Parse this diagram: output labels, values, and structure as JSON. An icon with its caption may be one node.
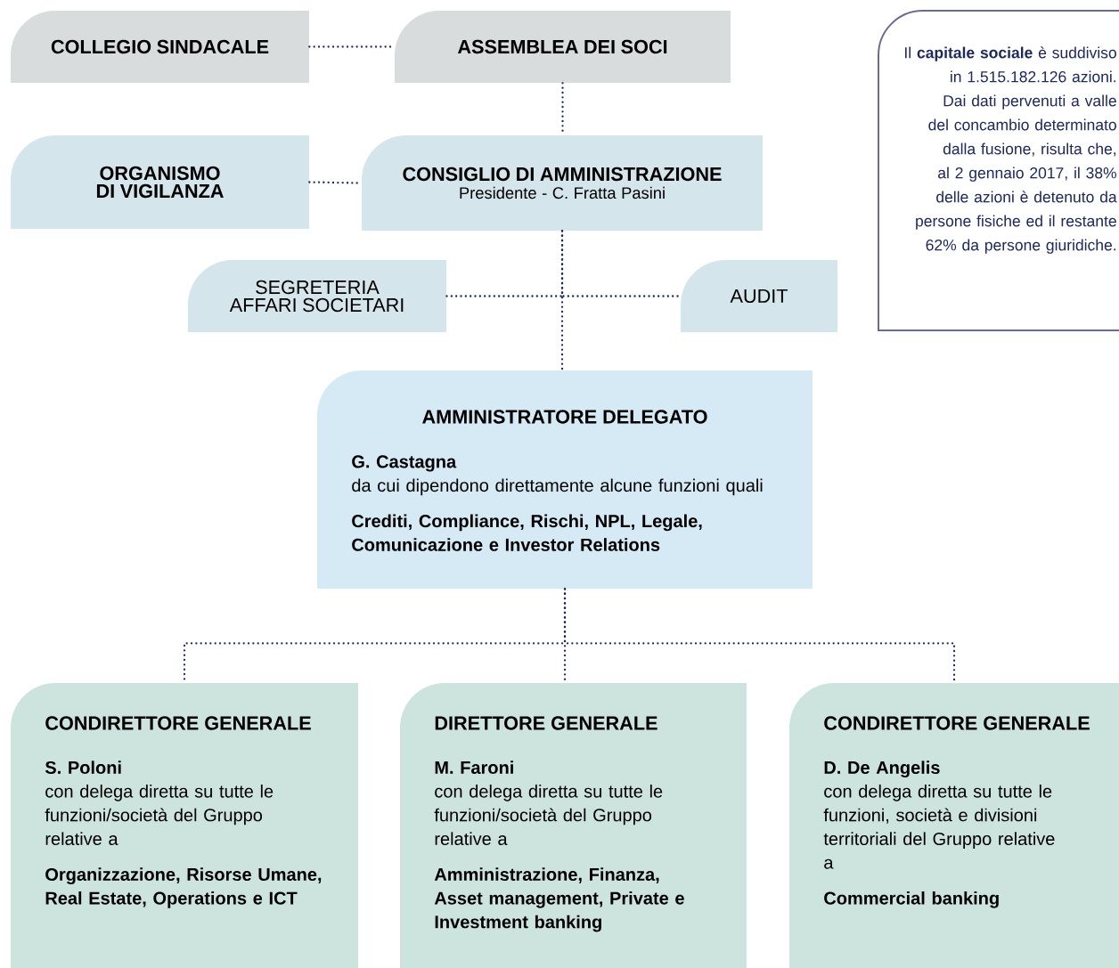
{
  "diagram": {
    "nodes": [
      {
        "text": [
          "COLLEGIO SINDACALE"
        ]
      },
      {
        "text": [
          "ASSEMBLEA DEI SOCI"
        ]
      },
      {
        "text": [
          "ORGANISMO DI VIGILANZA"
        ]
      },
      {
        "text": [
          "CONSIGLIO DI AMMINISTRAZIONE",
          "Presidente - C. Fratta Pasini"
        ]
      },
      {
        "text": [
          "SEGRETERIA AFFARI SOCIETARI"
        ]
      },
      {
        "text": [
          "AUDIT"
        ]
      },
      {
        "text": [
          "AMMINISTRATORE DELEGATO",
          "G. Castagna",
          "da cui dipendono direttamente alcune funzioni quali",
          "Crediti, Compliance, Rischi, NPL, Legale, Comunicazione e Investor Relations"
        ]
      },
      {
        "text": [
          "CONDIRETTORE GENERALE",
          "S. Poloni",
          "con delega diretta su tutte le funzioni/società del Gruppo relative a",
          "Organizzazione, Risorse Umane, Real Estate, Operations e ICT"
        ]
      },
      {
        "text": [
          "DIRETTORE GENERALE",
          "M. Faroni",
          "con delega diretta su tutte le funzioni/società del Gruppo relative a",
          "Amministrazione, Finanza, Asset management, Private e Investment banking"
        ]
      },
      {
        "text": [
          "CONDIRETTORE GENERALE",
          "D. De Angelis",
          "con delega diretta su tutte le funzioni, società e divisioni territoriali del Gruppo relative a",
          "Commercial banking"
        ]
      },
      {
        "text": [
          "Il **capitale sociale** è suddiviso in 1.515.182.126 azioni. Dai dati pervenuti a valle del concambio determinato dalla fusione, risulta che, al 2 gennaio 2017, il 38% delle azioni è detenuto da persone fisiche ed il restante 62% da persone giuridiche."
        ]
      }
    ],
    "edges": [
      {
        "from": 0,
        "to": 1,
        "arrow": "none"
      },
      {
        "from": 1,
        "to": 3,
        "arrow": "none"
      },
      {
        "from": 2,
        "to": 3,
        "arrow": "none"
      },
      {
        "from": 3,
        "to": 4,
        "arrow": "none"
      },
      {
        "from": 3,
        "to": 5,
        "arrow": "none"
      },
      {
        "from": 3,
        "to": 6,
        "arrow": "none"
      },
      {
        "from": 6,
        "to": 7,
        "arrow": "none"
      },
      {
        "from": 6,
        "to": 8,
        "arrow": "none"
      },
      {
        "from": 6,
        "to": 9,
        "arrow": "none"
      }
    ]
  }
}
